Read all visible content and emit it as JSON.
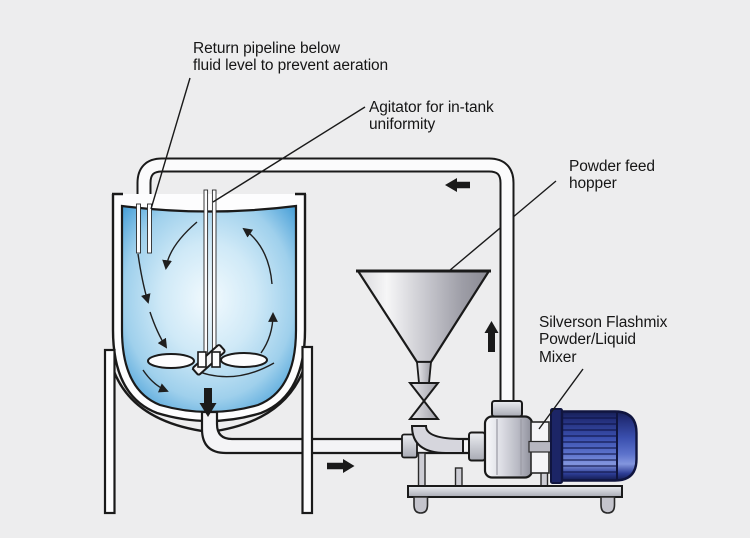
{
  "meta": {
    "description": "Technical process diagram of an in-line powder/liquid mixing system with recirculation loop",
    "diagram_type": "process-flow-illustration"
  },
  "labels": {
    "return_pipeline": {
      "line1": "Return pipeline below",
      "line2": "fluid level to prevent aeration"
    },
    "agitator": {
      "line1": "Agitator for in-tank",
      "line2": "uniformity"
    },
    "powder_hopper": {
      "line1": "Powder feed",
      "line2": "hopper"
    },
    "mixer": {
      "line1": "Silverson Flashmix",
      "line2": "Powder/Liquid",
      "line3": "Mixer"
    }
  },
  "flow_arrows": {
    "top_return_pipe": "left",
    "riser_pipe": "up",
    "tank_outlet": "down",
    "suction_pipe": "right",
    "in_tank_circulation": "downward at walls, upward at centre"
  },
  "components": [
    "mixing-tank",
    "liquid",
    "agitator-shaft",
    "propeller",
    "return-pipeline",
    "powder-feed-hopper",
    "butterfly-valve",
    "suction-pipe",
    "flashmix-pump-head",
    "drive-motor",
    "base-plate",
    "tank-legs"
  ],
  "colors": {
    "background": "#ededee",
    "line": "#1a1a1a",
    "liquid_edge": "#3f9ad3",
    "liquid_mid": "#9fd0ec",
    "liquid_center": "#f2fafe",
    "metal_light": "#f4f4f6",
    "metal_mid": "#c9c9d1",
    "metal_dark": "#8e8f9b",
    "funnel_light": "#f6f6f7",
    "funnel_dark": "#8a8a93",
    "motor_dark": "#1c2566",
    "motor_mid": "#3a4fae",
    "motor_light": "#8396de",
    "arrow": "#1a1a1a"
  }
}
